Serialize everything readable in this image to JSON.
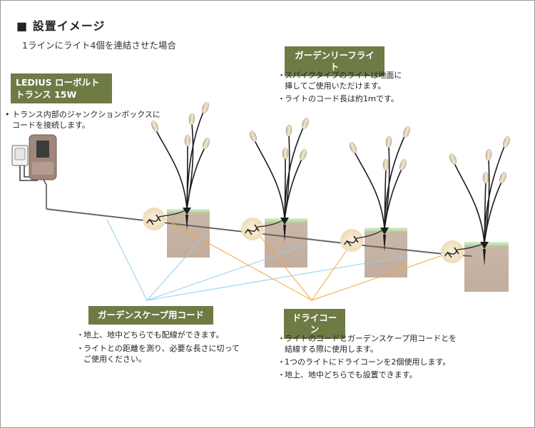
{
  "header": {
    "title": "■ 設置イメージ",
    "subtitle": "1ラインにライト4個を連結させた場合"
  },
  "labels": {
    "transformer": [
      "LEDIUS ローボルト",
      "トランス 15W"
    ],
    "garden_light": "ガーデンリーフライト",
    "cord": "ガーデンスケープ用コード",
    "dry_cone": "ドライコーン"
  },
  "notes": {
    "transformer": [
      "トランス内部のジャンクションボックスに",
      "コードを接続します。"
    ],
    "garden_light": [
      {
        "bullet": "・",
        "lines": [
          "スパイクタイプのライトは地面に",
          "挿してご使用いただけます。"
        ]
      },
      {
        "bullet": "・",
        "lines": [
          "ライトのコード長は約1ｍです。"
        ]
      }
    ],
    "cord": [
      {
        "bullet": "・",
        "lines": [
          "地上、地中どちらでも配線ができます。"
        ]
      },
      {
        "bullet": "・",
        "lines": [
          "ライトとの距離を測り、必要な長さに切って",
          "ご使用ください。"
        ]
      }
    ],
    "dry_cone": [
      {
        "bullet": "・",
        "lines": [
          "ライトのコードとガーデンスケープ用コードとを",
          "結線する際に使用します。"
        ]
      },
      {
        "bullet": "・",
        "lines": [
          "1つのライトにドライコーンを2個使用します。"
        ]
      },
      {
        "bullet": "・",
        "lines": [
          "地上、地中どちらでも設置できます。"
        ]
      }
    ]
  },
  "colors": {
    "label_bg": "#6e7b45",
    "cord_pointer": "#8fd0ef",
    "cone_pointer": "#f0a838",
    "soil": "#c9b5a5",
    "grass": "#b7d9a4",
    "main_cord": "#666666",
    "light_stem": "#1c1c1c",
    "bulb": "#e0d2b4",
    "transformer_body": "#a0877c"
  }
}
